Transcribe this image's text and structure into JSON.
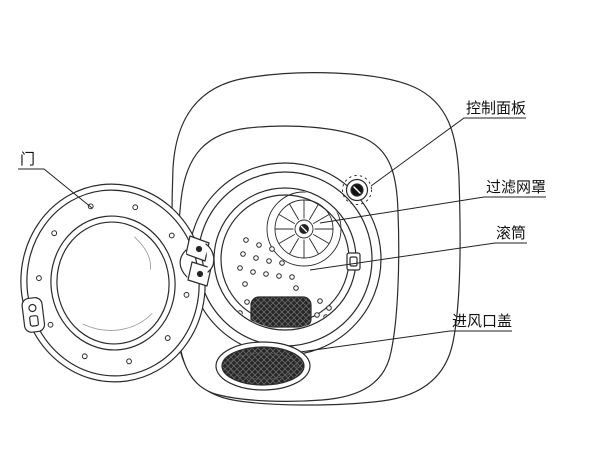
{
  "colors": {
    "line": "#2b2b2b",
    "background": "#ffffff",
    "dark_fill": "#262626"
  },
  "labels": {
    "door": "门",
    "control_panel": "控制面板",
    "filter_cover": "过滤网罩",
    "drum": "滚筒",
    "air_inlet_cover": "进风口盖"
  }
}
